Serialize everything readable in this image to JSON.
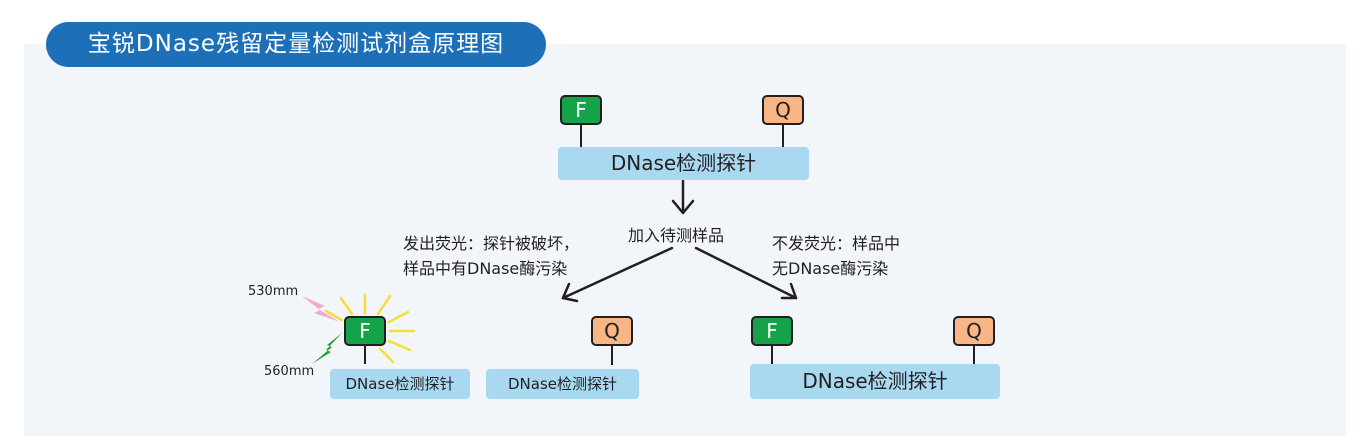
{
  "title": "宝锐DNase残留定量检测试剂盒原理图",
  "top": {
    "f_label": "F",
    "q_label": "Q",
    "probe_label": "DNase检测探针"
  },
  "step": {
    "label": "加入待测样品"
  },
  "left_branch": {
    "caption_line1": "发出荧光：探针被破坏，",
    "caption_line2": "样品中有DNase酶污染",
    "excitation": "530mm",
    "emission": "560mm",
    "f_label": "F",
    "q_label": "Q",
    "probe_f_label": "DNase检测探针",
    "probe_q_label": "DNase检测探针"
  },
  "right_branch": {
    "caption_line1": "不发荧光：样品中",
    "caption_line2": "无DNase酶污染",
    "f_label": "F",
    "q_label": "Q",
    "probe_label": "DNase检测探针"
  },
  "colors": {
    "title_bg": "#1d6fb8",
    "fluor_green": "#15a34a",
    "quencher_orange": "#f8b585",
    "probe_blue": "#a9d8f1",
    "glow_yellow": "#f2df3a",
    "excite_pink": "#f6a9c6",
    "emit_green": "#2e9e3a"
  }
}
